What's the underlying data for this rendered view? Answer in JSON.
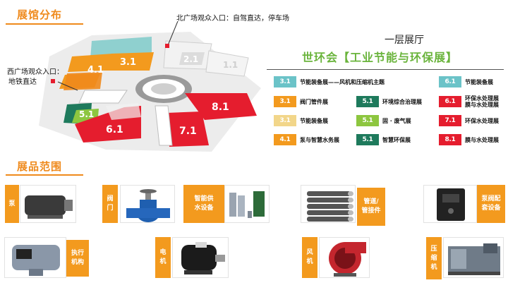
{
  "sections": {
    "distribution_title": "展馆分布",
    "products_title": "展品范围"
  },
  "map": {
    "north_entrance": "北广场观众入口：自驾直达，停车场",
    "west_entrance_line1": "西广场观众入口：",
    "west_entrance_line2": "地铁直达",
    "hall_labels": [
      "4.1",
      "3.1",
      "2.1",
      "1.1",
      "5.1",
      "6.1",
      "7.1",
      "8.1"
    ]
  },
  "hall": {
    "title": "一层展厅",
    "subtitle": "世环会【工业节能与环保展】"
  },
  "legend": [
    {
      "code": "3.1",
      "text": "节能装备展——风机和压缩机主题",
      "color": "#6bc3c8"
    },
    {
      "code": "6.1",
      "text": "节能装备展",
      "color": "#6bc3c8"
    },
    {
      "code": "3.1",
      "text": "阀门管件展",
      "color": "#f39a1e"
    },
    {
      "code": "5.1",
      "text": "环境综合治理展",
      "color": "#1e7a5c"
    },
    {
      "code": "6.1",
      "text": "环保水处理展\n膜与水处理展",
      "color": "#e51d2e"
    },
    {
      "code": "3.1",
      "text": "节能装备展",
      "color": "#f2d68a"
    },
    {
      "code": "5.1",
      "text": "固 · 废气展",
      "color": "#8dc63f"
    },
    {
      "code": "7.1",
      "text": "环保水处理展",
      "color": "#e51d2e"
    },
    {
      "code": "4.1",
      "text": "泵与智慧水务展",
      "color": "#f39a1e"
    },
    {
      "code": "5.1",
      "text": "智慧环保展",
      "color": "#1e7a5c"
    },
    {
      "code": "8.1",
      "text": "膜与水处理展",
      "color": "#e51d2e"
    }
  ],
  "products": [
    {
      "label": "泵",
      "icon": "pump-icon"
    },
    {
      "label": "阀\n门",
      "icon": "valve-icon"
    },
    {
      "label": "智能供\n水设备",
      "icon": "water-supply-equipment-icon"
    },
    {
      "label": "管道/\n管接件",
      "icon": "pipes-icon"
    },
    {
      "label": "泵阀配\n套设备",
      "icon": "control-cabinet-icon"
    },
    {
      "label": "执行\n机构",
      "icon": "actuator-icon"
    },
    {
      "label": "电\n机",
      "icon": "motor-icon"
    },
    {
      "label": "风\n机",
      "icon": "fan-icon"
    },
    {
      "label": "压\n缩\n机",
      "icon": "compressor-icon"
    }
  ]
}
